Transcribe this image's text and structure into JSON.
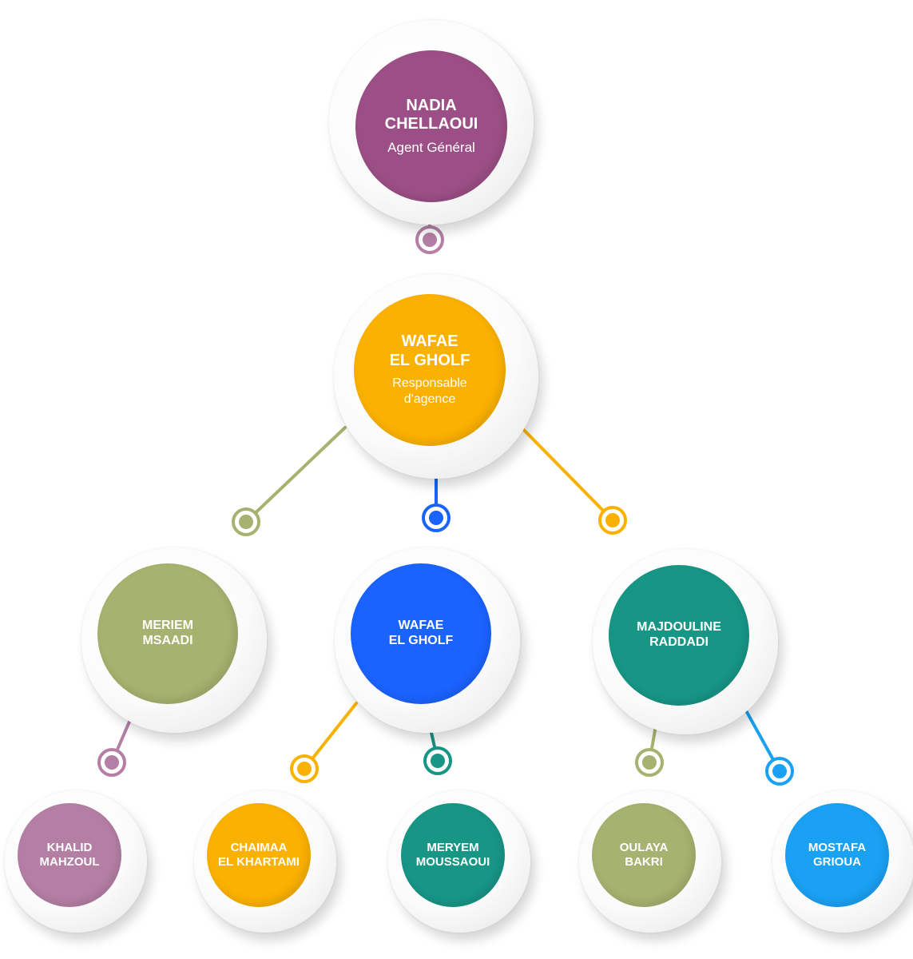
{
  "colors": {
    "purple": "#9c4f86",
    "orange": "#fbb100",
    "olive": "#a6b26f",
    "blue": "#1b63ff",
    "teal": "#179686",
    "mauve": "#b57fa5",
    "skyblue": "#1aa1f4"
  },
  "nodes": [
    {
      "id": "nadia",
      "lines": [
        "NADIA",
        "CHELLAOUI"
      ],
      "role": [
        "Agent Général"
      ],
      "color": "#9c4f86"
    },
    {
      "id": "wafae-top",
      "lines": [
        "WAFAE",
        "EL GHOLF"
      ],
      "role": [
        "Responsable",
        "d'agence"
      ],
      "color": "#fbb100"
    },
    {
      "id": "meriem",
      "lines": [
        "MERIEM",
        "MSAADI"
      ],
      "role": [],
      "color": "#a6b26f"
    },
    {
      "id": "wafae-mid",
      "lines": [
        "WAFAE",
        "EL GHOLF"
      ],
      "role": [],
      "color": "#1b63ff"
    },
    {
      "id": "majdouline",
      "lines": [
        "MAJDOULINE",
        "RADDADI"
      ],
      "role": [],
      "color": "#179686"
    },
    {
      "id": "khalid",
      "lines": [
        "KHALID",
        "MAHZOUL"
      ],
      "role": [],
      "color": "#b57fa5"
    },
    {
      "id": "chaimaa",
      "lines": [
        "CHAIMAA",
        "EL KHARTAMI"
      ],
      "role": [],
      "color": "#fbb100"
    },
    {
      "id": "meryem",
      "lines": [
        "MERYEM",
        "MOUSSAOUI"
      ],
      "role": [],
      "color": "#179686"
    },
    {
      "id": "oulaya",
      "lines": [
        "OULAYA",
        "BAKRI"
      ],
      "role": [],
      "color": "#a6b26f"
    },
    {
      "id": "mostafa",
      "lines": [
        "MOSTAFA",
        "GRIOUA"
      ],
      "role": [],
      "color": "#1aa1f4"
    }
  ],
  "edges": [
    {
      "from": "nadia",
      "to": "wafae-top",
      "color": "#b57fa5"
    },
    {
      "from": "wafae-top",
      "to": "meriem",
      "color": "#a6b26f"
    },
    {
      "from": "wafae-top",
      "to": "wafae-mid",
      "color": "#1b63ff"
    },
    {
      "from": "wafae-top",
      "to": "majdouline",
      "color": "#fbb100"
    },
    {
      "from": "meriem",
      "to": "khalid",
      "color": "#b57fa5"
    },
    {
      "from": "wafae-mid",
      "to": "chaimaa",
      "color": "#fbb100"
    },
    {
      "from": "wafae-mid",
      "to": "meryem",
      "color": "#179686"
    },
    {
      "from": "majdouline",
      "to": "oulaya",
      "color": "#a6b26f"
    },
    {
      "from": "majdouline",
      "to": "mostafa",
      "color": "#1aa1f4"
    }
  ]
}
